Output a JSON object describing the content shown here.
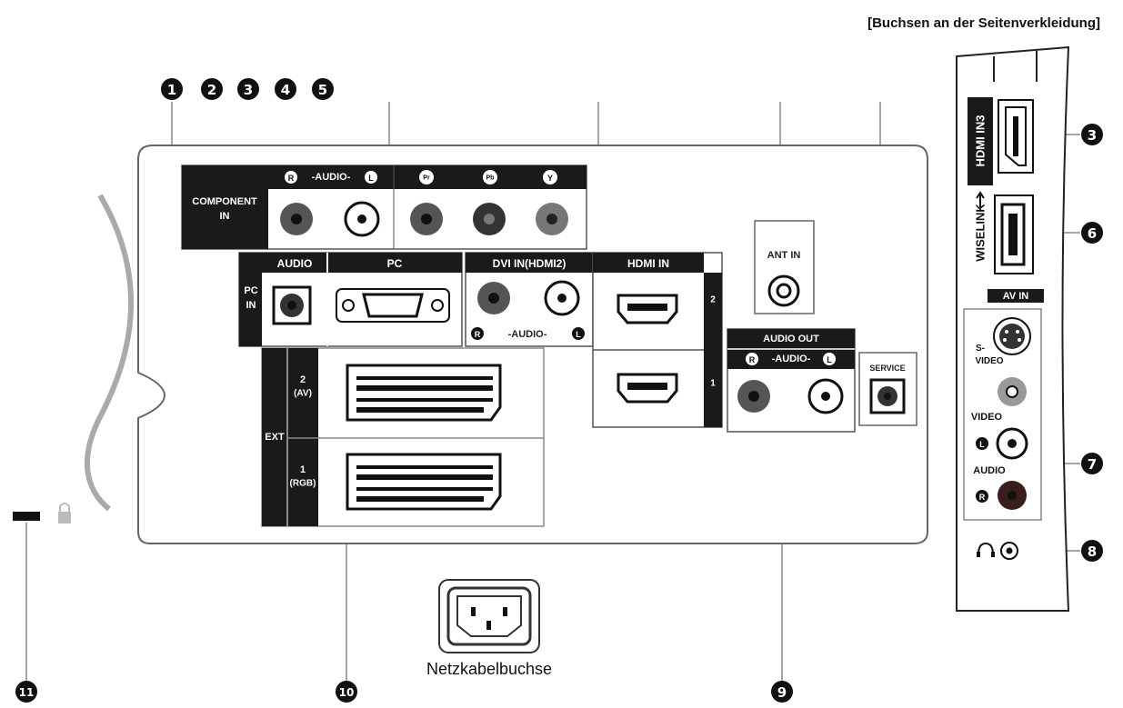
{
  "side_panel_title": "[Buchsen an der Seitenverkleidung]",
  "callouts": {
    "n1": "1",
    "n2": "2",
    "n3": "3",
    "n4": "4",
    "n5": "5",
    "n3_side": "3",
    "n6": "6",
    "n7": "7",
    "n8": "8",
    "n9": "9",
    "n10": "10",
    "n11": "11"
  },
  "component": {
    "label_line1": "COMPONENT",
    "label_line2": "IN",
    "audio_header": "-AUDIO-",
    "badge_r": "R",
    "badge_l": "L",
    "pr": "Pr",
    "pb": "Pb",
    "y": "Y"
  },
  "pc": {
    "label_line1": "PC",
    "label_line2": "IN",
    "audio_header": "AUDIO",
    "pc_header": "PC"
  },
  "dvi": {
    "header": "DVI IN(HDMI2)",
    "audio_label": "-AUDIO-",
    "badge_r": "R",
    "badge_l": "L"
  },
  "hdmi": {
    "header": "HDMI IN",
    "port2": "2",
    "port1": "1"
  },
  "ant": {
    "label": "ANT IN"
  },
  "audio_out": {
    "header": "AUDIO OUT",
    "sub": "-AUDIO-",
    "badge_r": "R",
    "badge_l": "L"
  },
  "service": {
    "label": "SERVICE"
  },
  "ext": {
    "label": "EXT",
    "port2_line1": "2",
    "port2_line2": "(AV)",
    "port1_line1": "1",
    "port1_line2": "(RGB)"
  },
  "power": {
    "label": "Netzkabelbuchse"
  },
  "side": {
    "hdmi3": "HDMI IN3",
    "wiselink": "WISELINK",
    "av_in": "AV IN",
    "svideo_line1": "S-",
    "svideo_line2": "VIDEO",
    "video": "VIDEO",
    "audio": "AUDIO",
    "badge_l": "L",
    "badge_r": "R"
  }
}
